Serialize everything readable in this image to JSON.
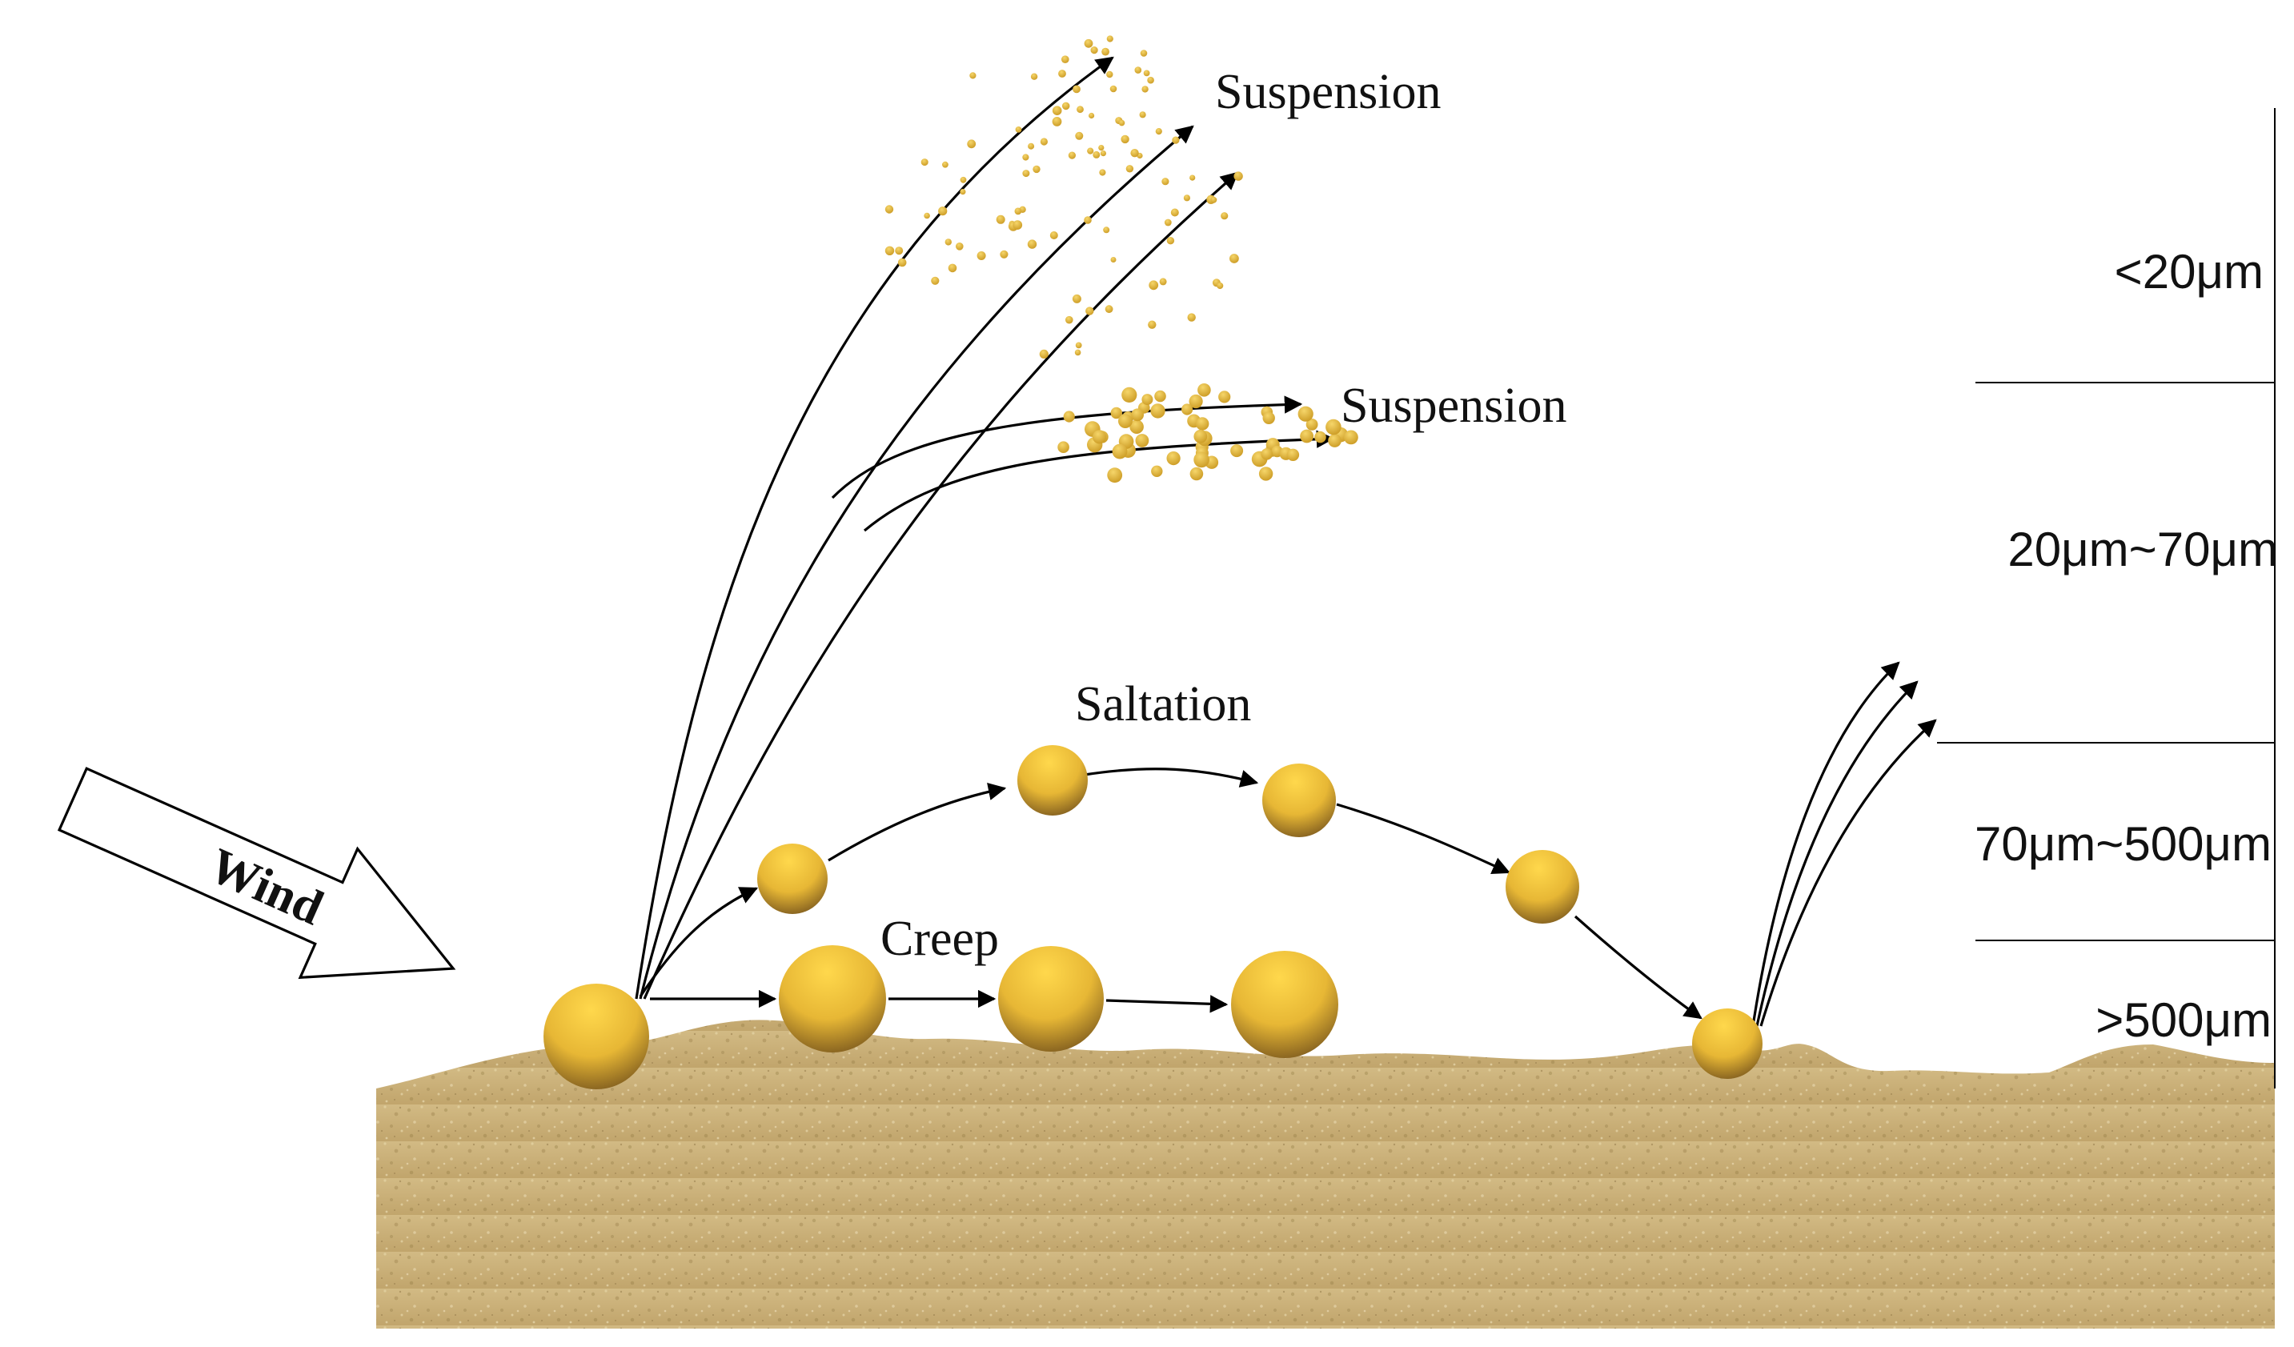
{
  "labels": {
    "suspension_top": "Suspension",
    "suspension_mid": "Suspension",
    "saltation": "Saltation",
    "creep": "Creep",
    "wind": "Wind"
  },
  "size_scale": [
    "<20μm",
    "20μm~70μm",
    "70μm~500μm",
    ">500μm"
  ],
  "colors": {
    "particle_light": "#f8cf45",
    "particle_dark": "#8a6420",
    "sand": "#c9b078",
    "line": "#000000"
  }
}
